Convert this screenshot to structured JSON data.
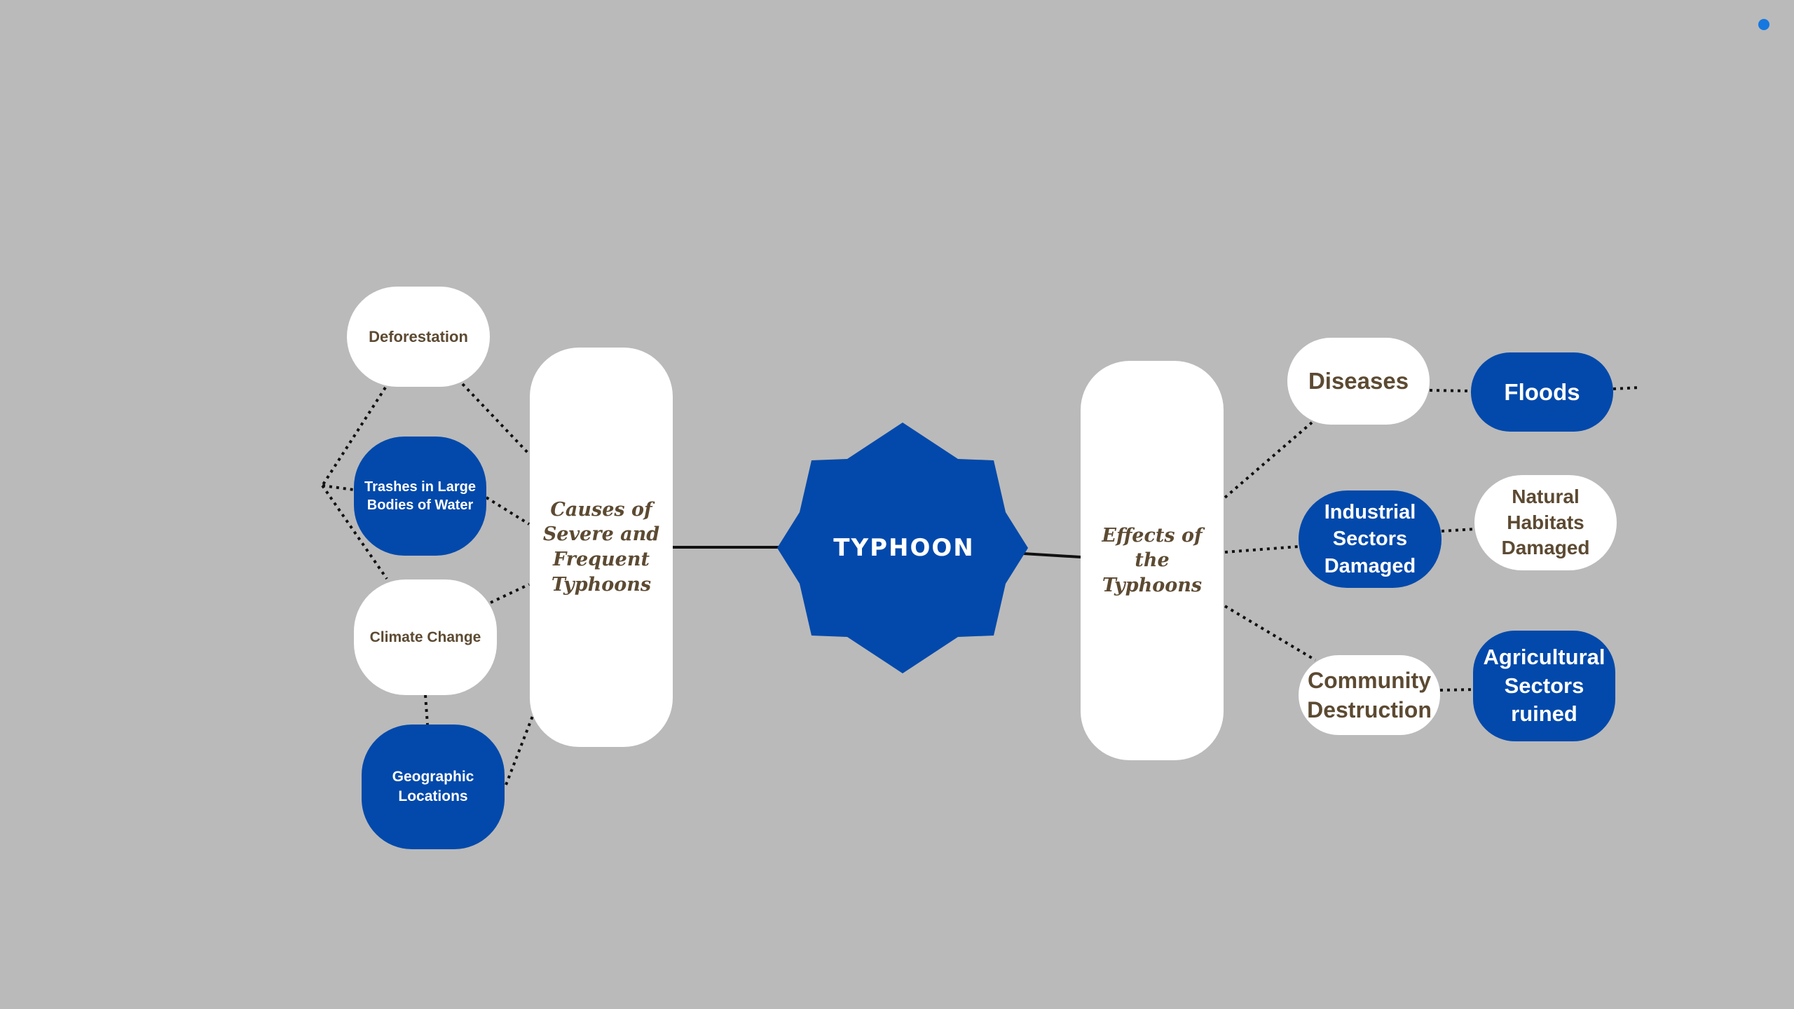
{
  "center": {
    "label": "TYPHOON",
    "color": "#0249ab"
  },
  "causes": {
    "hub": "Causes of Severe and Frequent Typhoons",
    "items": [
      {
        "label": "Deforestation",
        "style": "white"
      },
      {
        "label": "Trashes in Large Bodies of Water",
        "style": "blue"
      },
      {
        "label": "Climate Change",
        "style": "white"
      },
      {
        "label": "Geographic Locations",
        "style": "blue"
      }
    ]
  },
  "effects": {
    "hub": "Effects of the Typhoons",
    "items": [
      {
        "label": "Diseases",
        "style": "white"
      },
      {
        "label": "Floods",
        "style": "blue"
      },
      {
        "label": "Industrial Sectors Damaged",
        "style": "blue"
      },
      {
        "label": "Natural Habitats Damaged",
        "style": "white"
      },
      {
        "label": "Community Destruction",
        "style": "white"
      },
      {
        "label": "Agricultural Sectors ruined",
        "style": "blue"
      }
    ]
  },
  "colors": {
    "background": "#bababa",
    "node_blue": "#0249ab",
    "node_white": "#ffffff",
    "text_brown": "#5c4a32",
    "status_dot": "#1478e0"
  }
}
